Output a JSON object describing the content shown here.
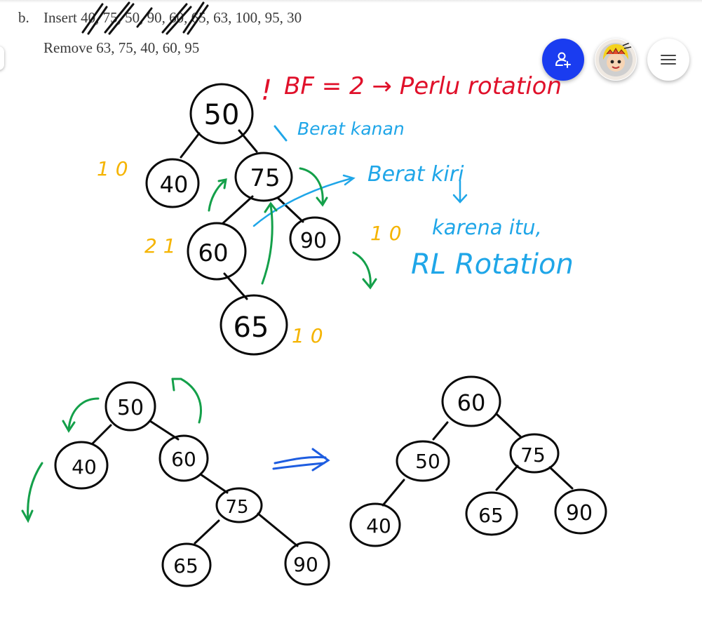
{
  "document": {
    "item_label": "b.",
    "insert_line": "Insert 40, 75, 50, 90, 60, 65, 63, 100, 95, 30",
    "remove_line": "Remove 63, 75, 40, 60, 95"
  },
  "toolbar": {
    "add_user_icon": "person-add-icon",
    "avatar_icon": "cartoon-avatar",
    "menu_icon": "hamburger-menu-icon"
  },
  "colors": {
    "add_button": "#1a3cf0",
    "red_ink": "#e0102a",
    "blue_ink": "#1fa6e8",
    "orange_ink": "#f5b400",
    "green_ink": "#14a04a"
  },
  "annotations": {
    "warning_mark": "!",
    "bf_note": "BF = 2 → Perlu rotation",
    "heavy_right": "Berat kanan",
    "heavy_left": "Berat kiri",
    "because": "karena itu,",
    "rotation": "RL Rotation",
    "bf_40": "1 0",
    "bf_60": "2 1",
    "bf_90": "1 0",
    "bf_65": "1 0"
  },
  "tree_before": {
    "root": "50",
    "left": "40",
    "right": "75",
    "right_left": "60",
    "right_right": "90",
    "right_left_right": "65"
  },
  "tree_middle": {
    "root": "50",
    "left": "40",
    "right": "60",
    "right_right": "75",
    "rr_left": "65",
    "rr_right": "90"
  },
  "tree_after": {
    "root": "60",
    "left": "50",
    "left_left": "40",
    "right": "75",
    "right_left": "65",
    "right_right": "90"
  }
}
